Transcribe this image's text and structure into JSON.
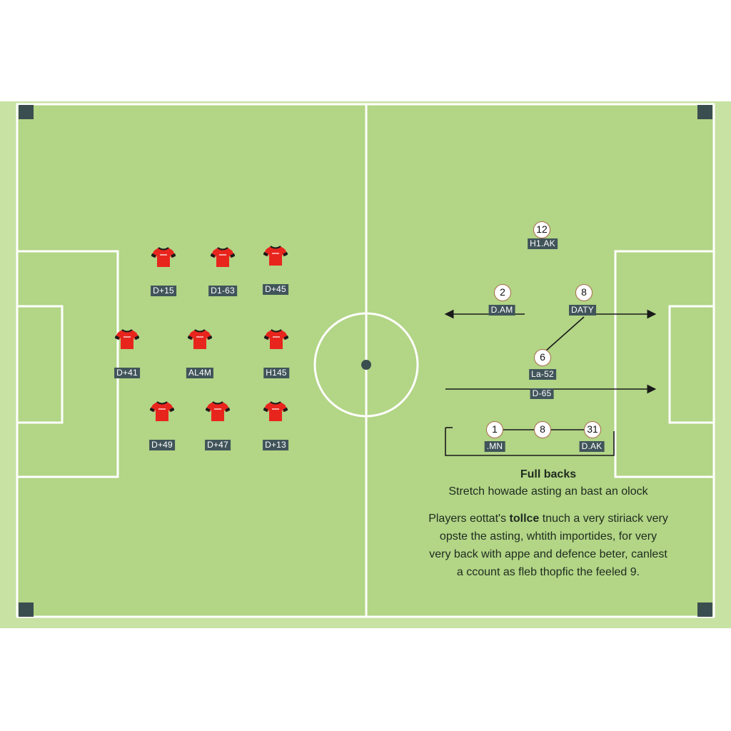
{
  "colors": {
    "pitch": "#b4d78a",
    "lines": "#ffffff",
    "shirt": "#e8251d",
    "shirt_trim": "#1b1b1b",
    "label_bg": "#40545a",
    "corner": "#3b4e4f"
  },
  "home_players": [
    {
      "label": "D+15",
      "icon": "shirt-icon"
    },
    {
      "label": "D1-63",
      "icon": "shirt-icon"
    },
    {
      "label": "D+45",
      "icon": "shirt-icon"
    },
    {
      "label": "D+41",
      "icon": "shirt-icon"
    },
    {
      "label": "AL4M",
      "icon": "shirt-icon"
    },
    {
      "label": "H145",
      "icon": "shirt-icon"
    },
    {
      "label": "D+49",
      "icon": "shirt-icon"
    },
    {
      "label": "D+47",
      "icon": "shirt-icon"
    },
    {
      "label": "D+13",
      "icon": "shirt-icon"
    }
  ],
  "markers": [
    {
      "number": "12",
      "label": "H1.AK"
    },
    {
      "number": "2",
      "label": "D.AM"
    },
    {
      "number": "8",
      "label": "DATY"
    },
    {
      "number": "6",
      "label": "La-52"
    },
    {
      "number": "",
      "label": "D-65"
    },
    {
      "number": "1",
      "label": ".MN"
    },
    {
      "number": "8",
      "label": ""
    },
    {
      "number": "31",
      "label": "D.AK"
    }
  ],
  "notes": {
    "title": "Full backs",
    "subtitle": "Stretch howade asting an bast an olock",
    "body_before": "Players eottat's ",
    "body_bold": "tollce",
    "body_after": " tnuch a very stiriack very opste the asting, whtith importides, for very very back with appe and defence beter, canlest a ccount as fleb thopfic the feeled 9."
  }
}
